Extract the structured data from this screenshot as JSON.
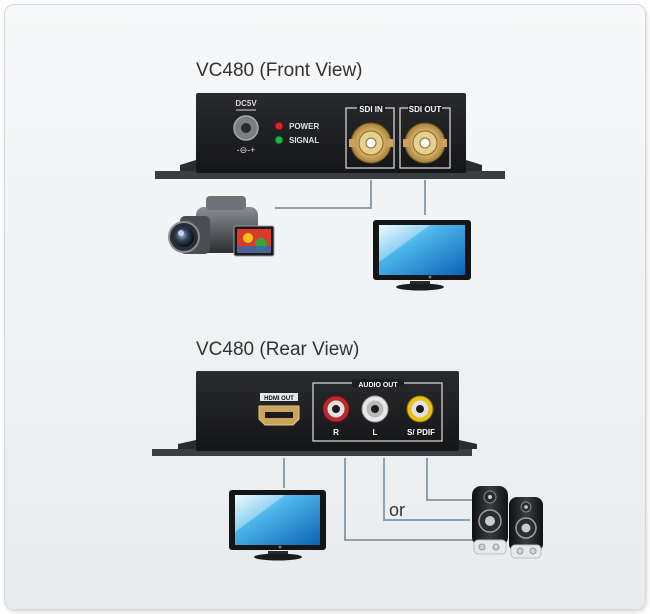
{
  "front": {
    "title": "VC480 (Front View)",
    "power_label": "DC5V",
    "led_power": "POWER",
    "led_signal": "SIGNAL",
    "sdi_in": "SDI  IN",
    "sdi_out": "SDI  OUT"
  },
  "rear": {
    "title": "VC480 (Rear View)",
    "hdmi_out": "HDMI OUT",
    "audio_out": "AUDIO OUT",
    "audio_r": "R",
    "audio_l": "L",
    "spdif": "S/ PDIF",
    "or_text": "or"
  },
  "colors": {
    "device_body": "#1d1e20",
    "cable": "#8da0ad",
    "bnc_gold": "#c9a45a",
    "rca_red": "#c0272d",
    "rca_white": "#e8e8e8",
    "rca_yellow": "#e8c316"
  }
}
